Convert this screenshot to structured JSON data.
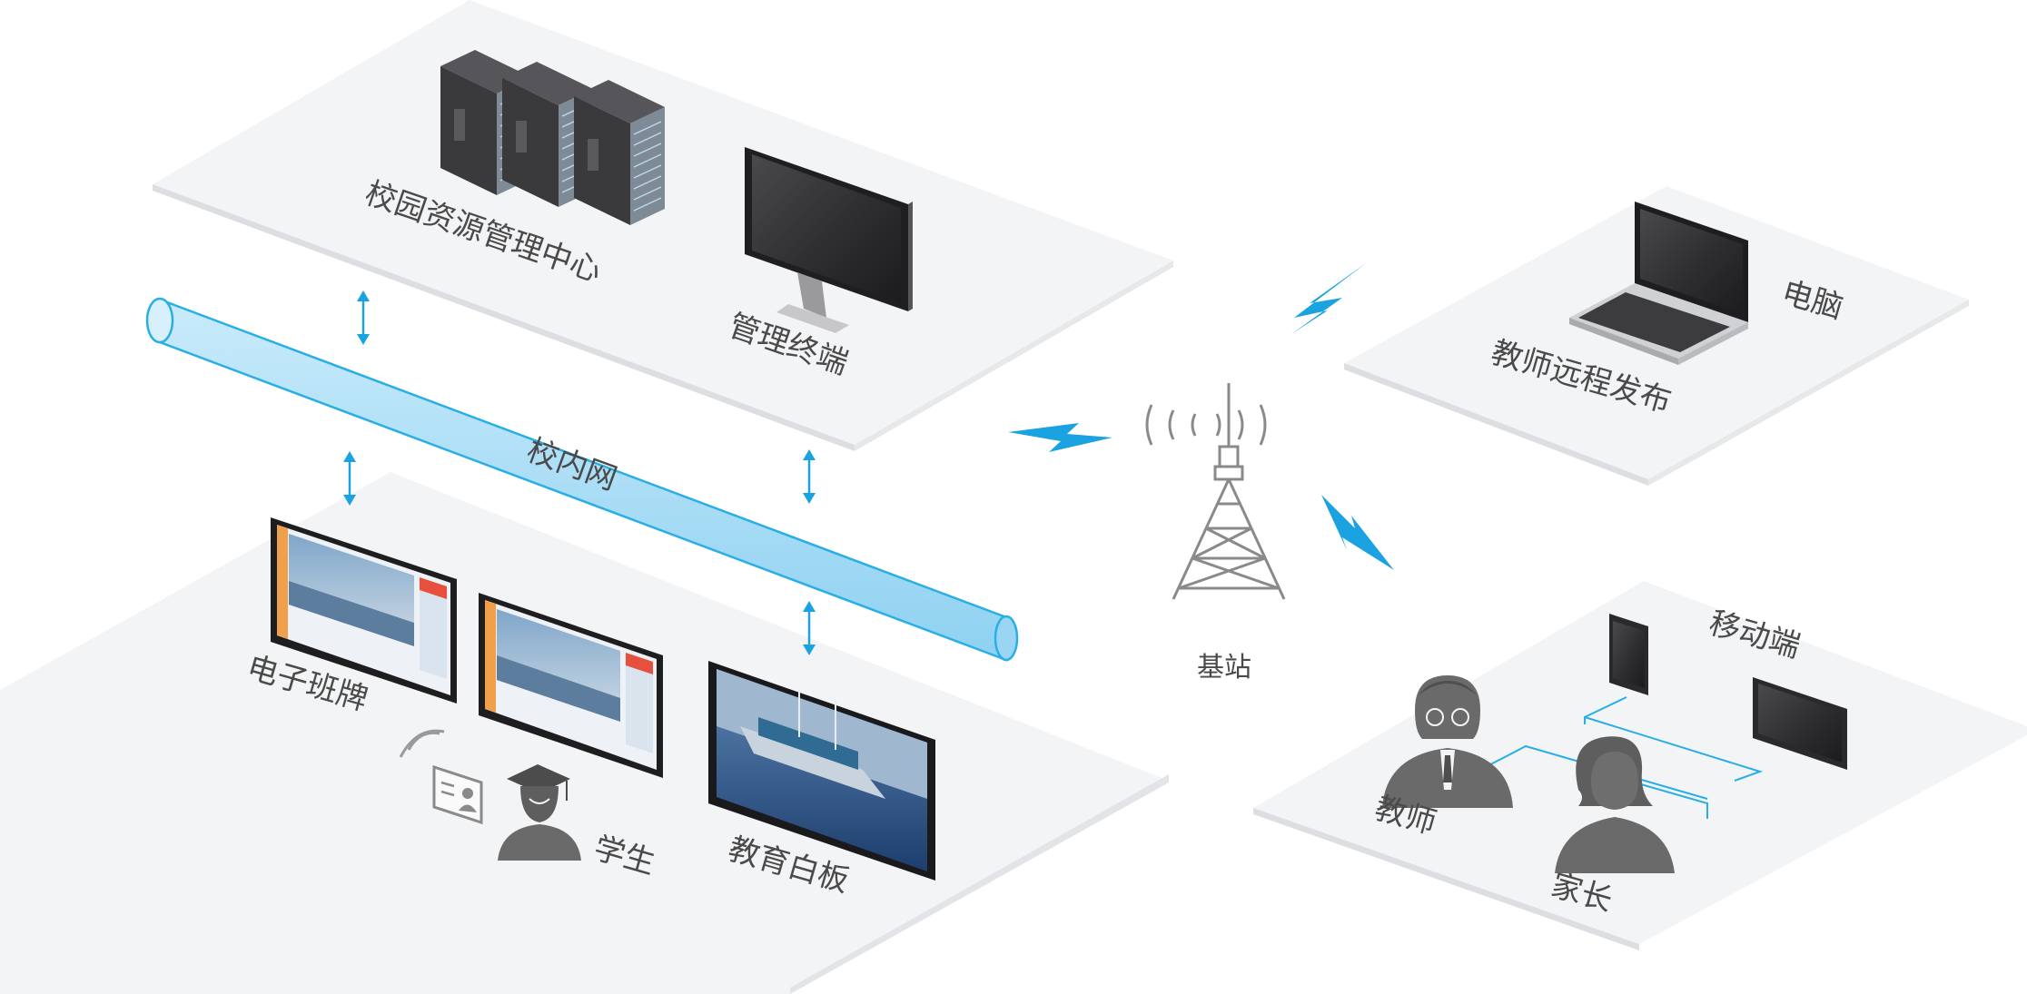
{
  "labels": {
    "resource_center": "校园资源管理中心",
    "admin_terminal": "管理终端",
    "campus_network": "校内网",
    "class_board": "电子班牌",
    "student": "学生",
    "whiteboard": "教育白板",
    "base_station": "基站",
    "computer": "电脑",
    "teacher_publish": "教师远程发布",
    "mobile": "移动端",
    "teacher": "教师",
    "parent": "家长"
  },
  "colors": {
    "platform": "#f3f4f6",
    "platform_edge": "#d9dbde",
    "pipe_fill": "#a8dcf5",
    "pipe_stroke": "#29aee6",
    "bolt": "#1aa3e0",
    "device_dark": "#2b2b2b",
    "server": "#3a3a3c",
    "tower": "#8a8a8a",
    "person": "#6a6a6a",
    "link_line": "#29aee6"
  },
  "icons": [
    "server-icon",
    "monitor-icon",
    "laptop-icon",
    "phone-icon",
    "tablet-icon",
    "tower-icon",
    "lightning-icon",
    "id-card-icon",
    "graduate-icon",
    "teacher-icon",
    "parent-icon",
    "arrow-icon"
  ]
}
